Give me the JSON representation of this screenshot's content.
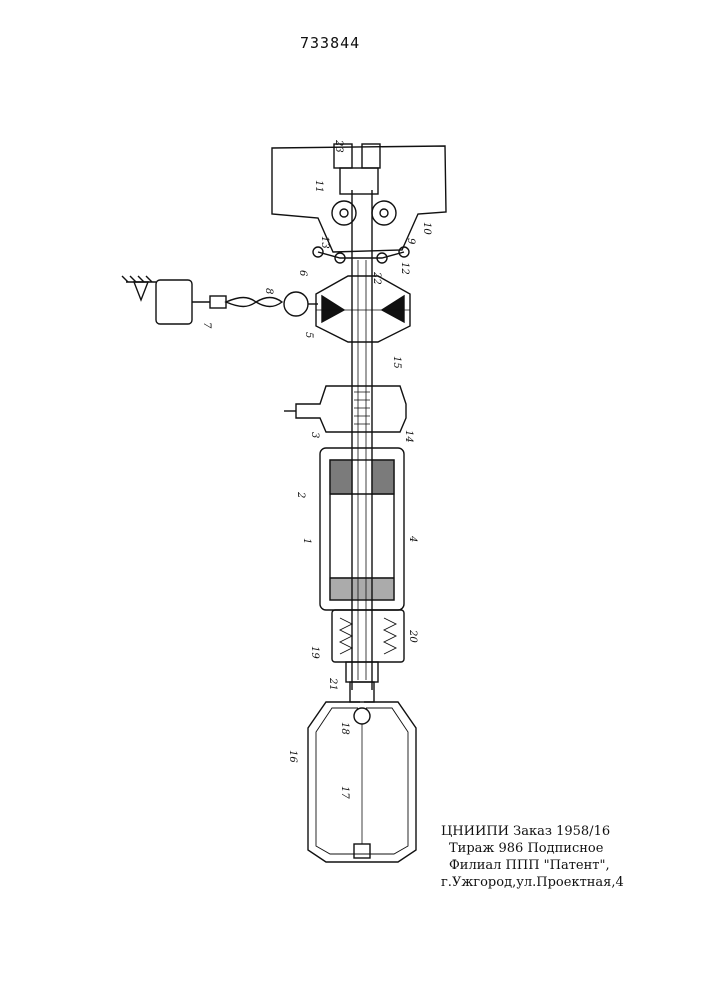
{
  "document": {
    "patent_number": "733844"
  },
  "drawing": {
    "labels": [
      "1",
      "2",
      "3",
      "4",
      "5",
      "6",
      "7",
      "8",
      "9",
      "10",
      "11",
      "12",
      "13",
      "14",
      "15",
      "16",
      "17",
      "18",
      "19",
      "20",
      "21",
      "22",
      "23"
    ]
  },
  "imprint": {
    "line1": "ЦНИИПИ Заказ 1958/16",
    "line2": "Тираж 986 Подписное",
    "line3": "Филиал ППП \"Патент\",",
    "line4": "г.Ужгород,ул.Проектная,4"
  }
}
